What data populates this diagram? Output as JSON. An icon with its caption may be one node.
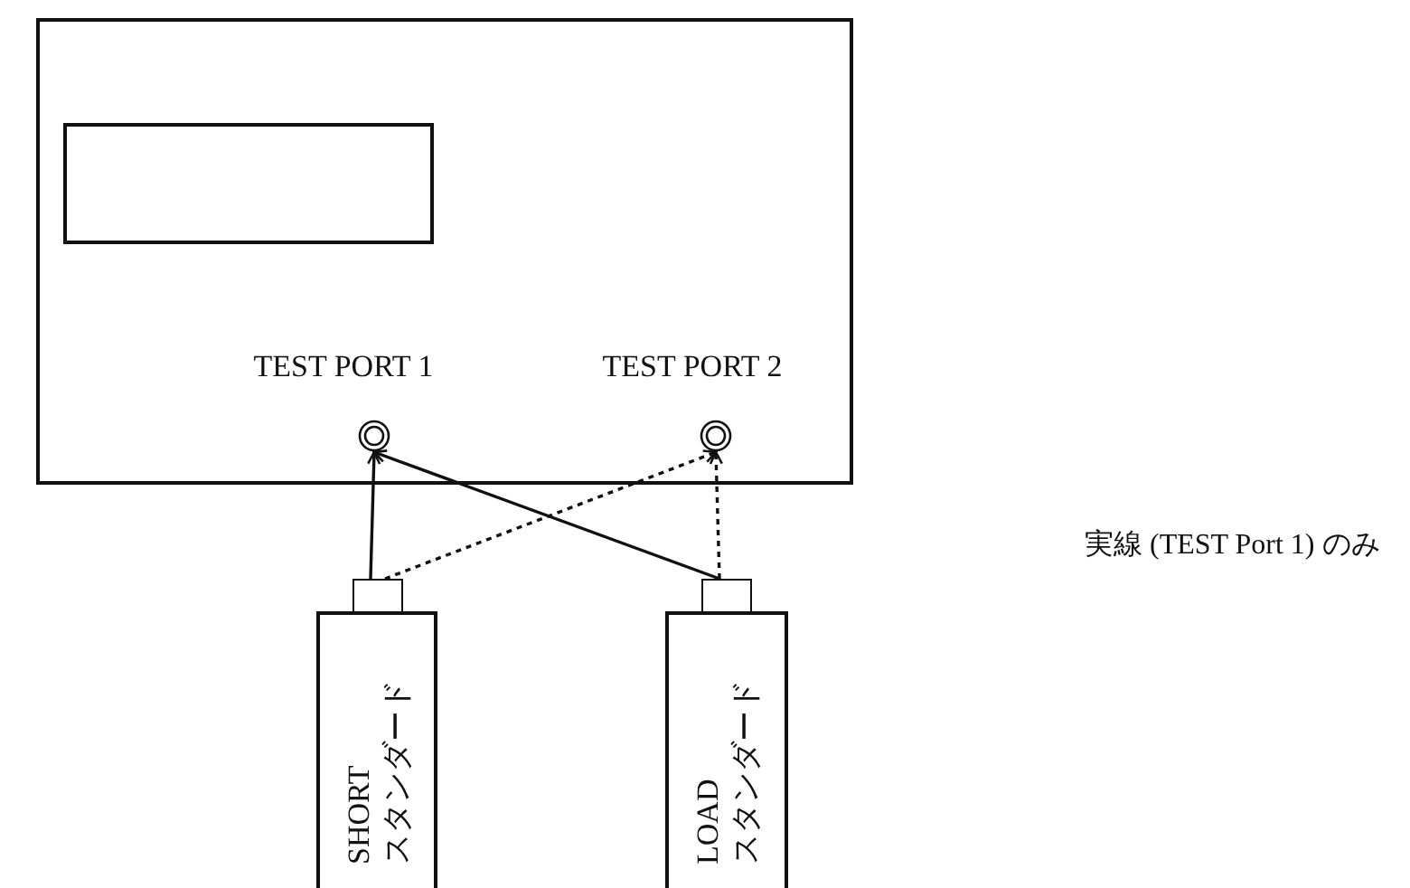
{
  "diagram": {
    "nodes": [
      {
        "text": [],
        "shape": "box"
      },
      {
        "text": [],
        "shape": "box",
        "in": 0
      },
      {
        "text": [
          "TEST PORT 1"
        ],
        "in": 0
      },
      {
        "text": [
          "TEST PORT 2"
        ],
        "in": 0
      },
      {
        "text": [
          "SHORT スタンダード"
        ]
      },
      {
        "text": [
          "LOAD スタンダード"
        ]
      }
    ],
    "edges": [
      {
        "from": 4,
        "to": 2,
        "arrow": "to"
      },
      {
        "from": 4,
        "to": 3,
        "arrow": "to",
        "style": "dashed"
      },
      {
        "from": 5,
        "to": 2,
        "arrow": "to"
      },
      {
        "from": 5,
        "to": 3,
        "arrow": "to",
        "style": "dashed"
      }
    ],
    "labels": [
      "実線 (TEST Port 1) のみ"
    ]
  }
}
